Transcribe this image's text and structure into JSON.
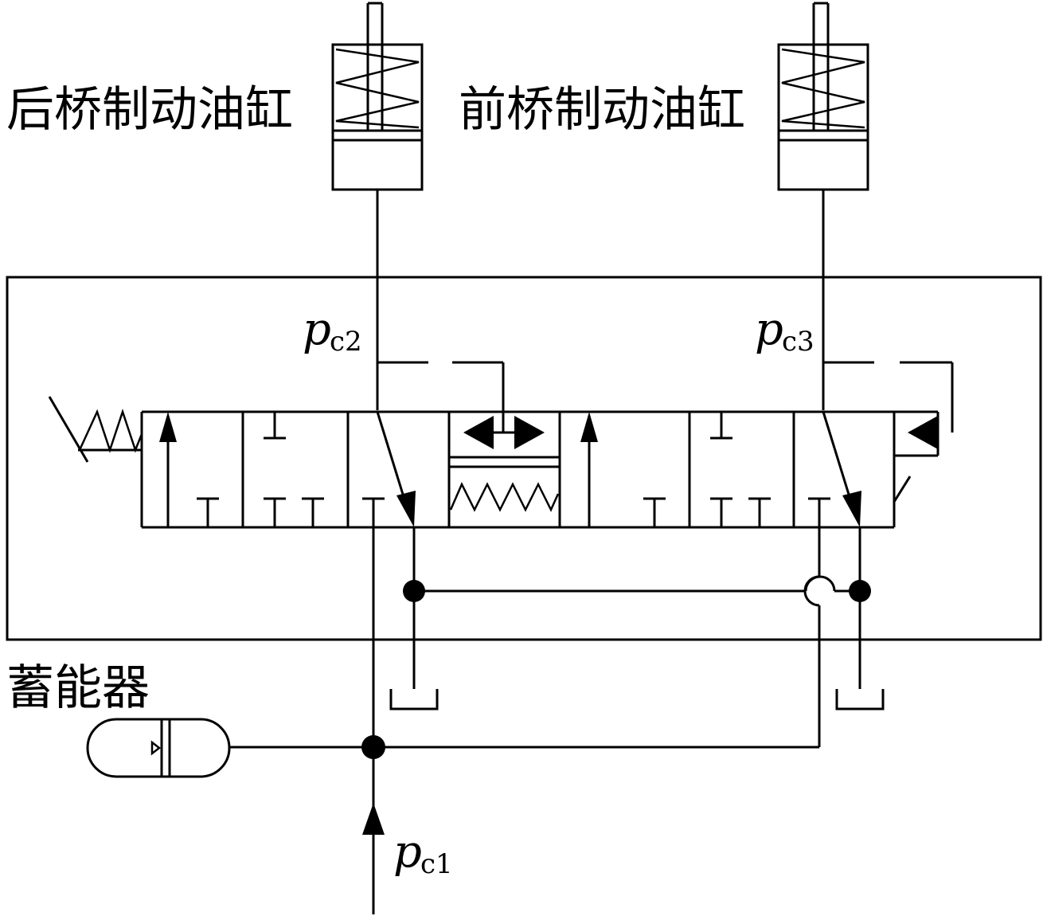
{
  "labels": {
    "rear_cylinder": "后桥制动油缸",
    "front_cylinder": "前桥制动油缸",
    "accumulator": "蓄能器"
  },
  "pressures": {
    "pc2": {
      "symbol": "p",
      "sub": "c2"
    },
    "pc3": {
      "symbol": "p",
      "sub": "c3"
    },
    "pc1": {
      "symbol": "p",
      "sub": "c1"
    }
  }
}
